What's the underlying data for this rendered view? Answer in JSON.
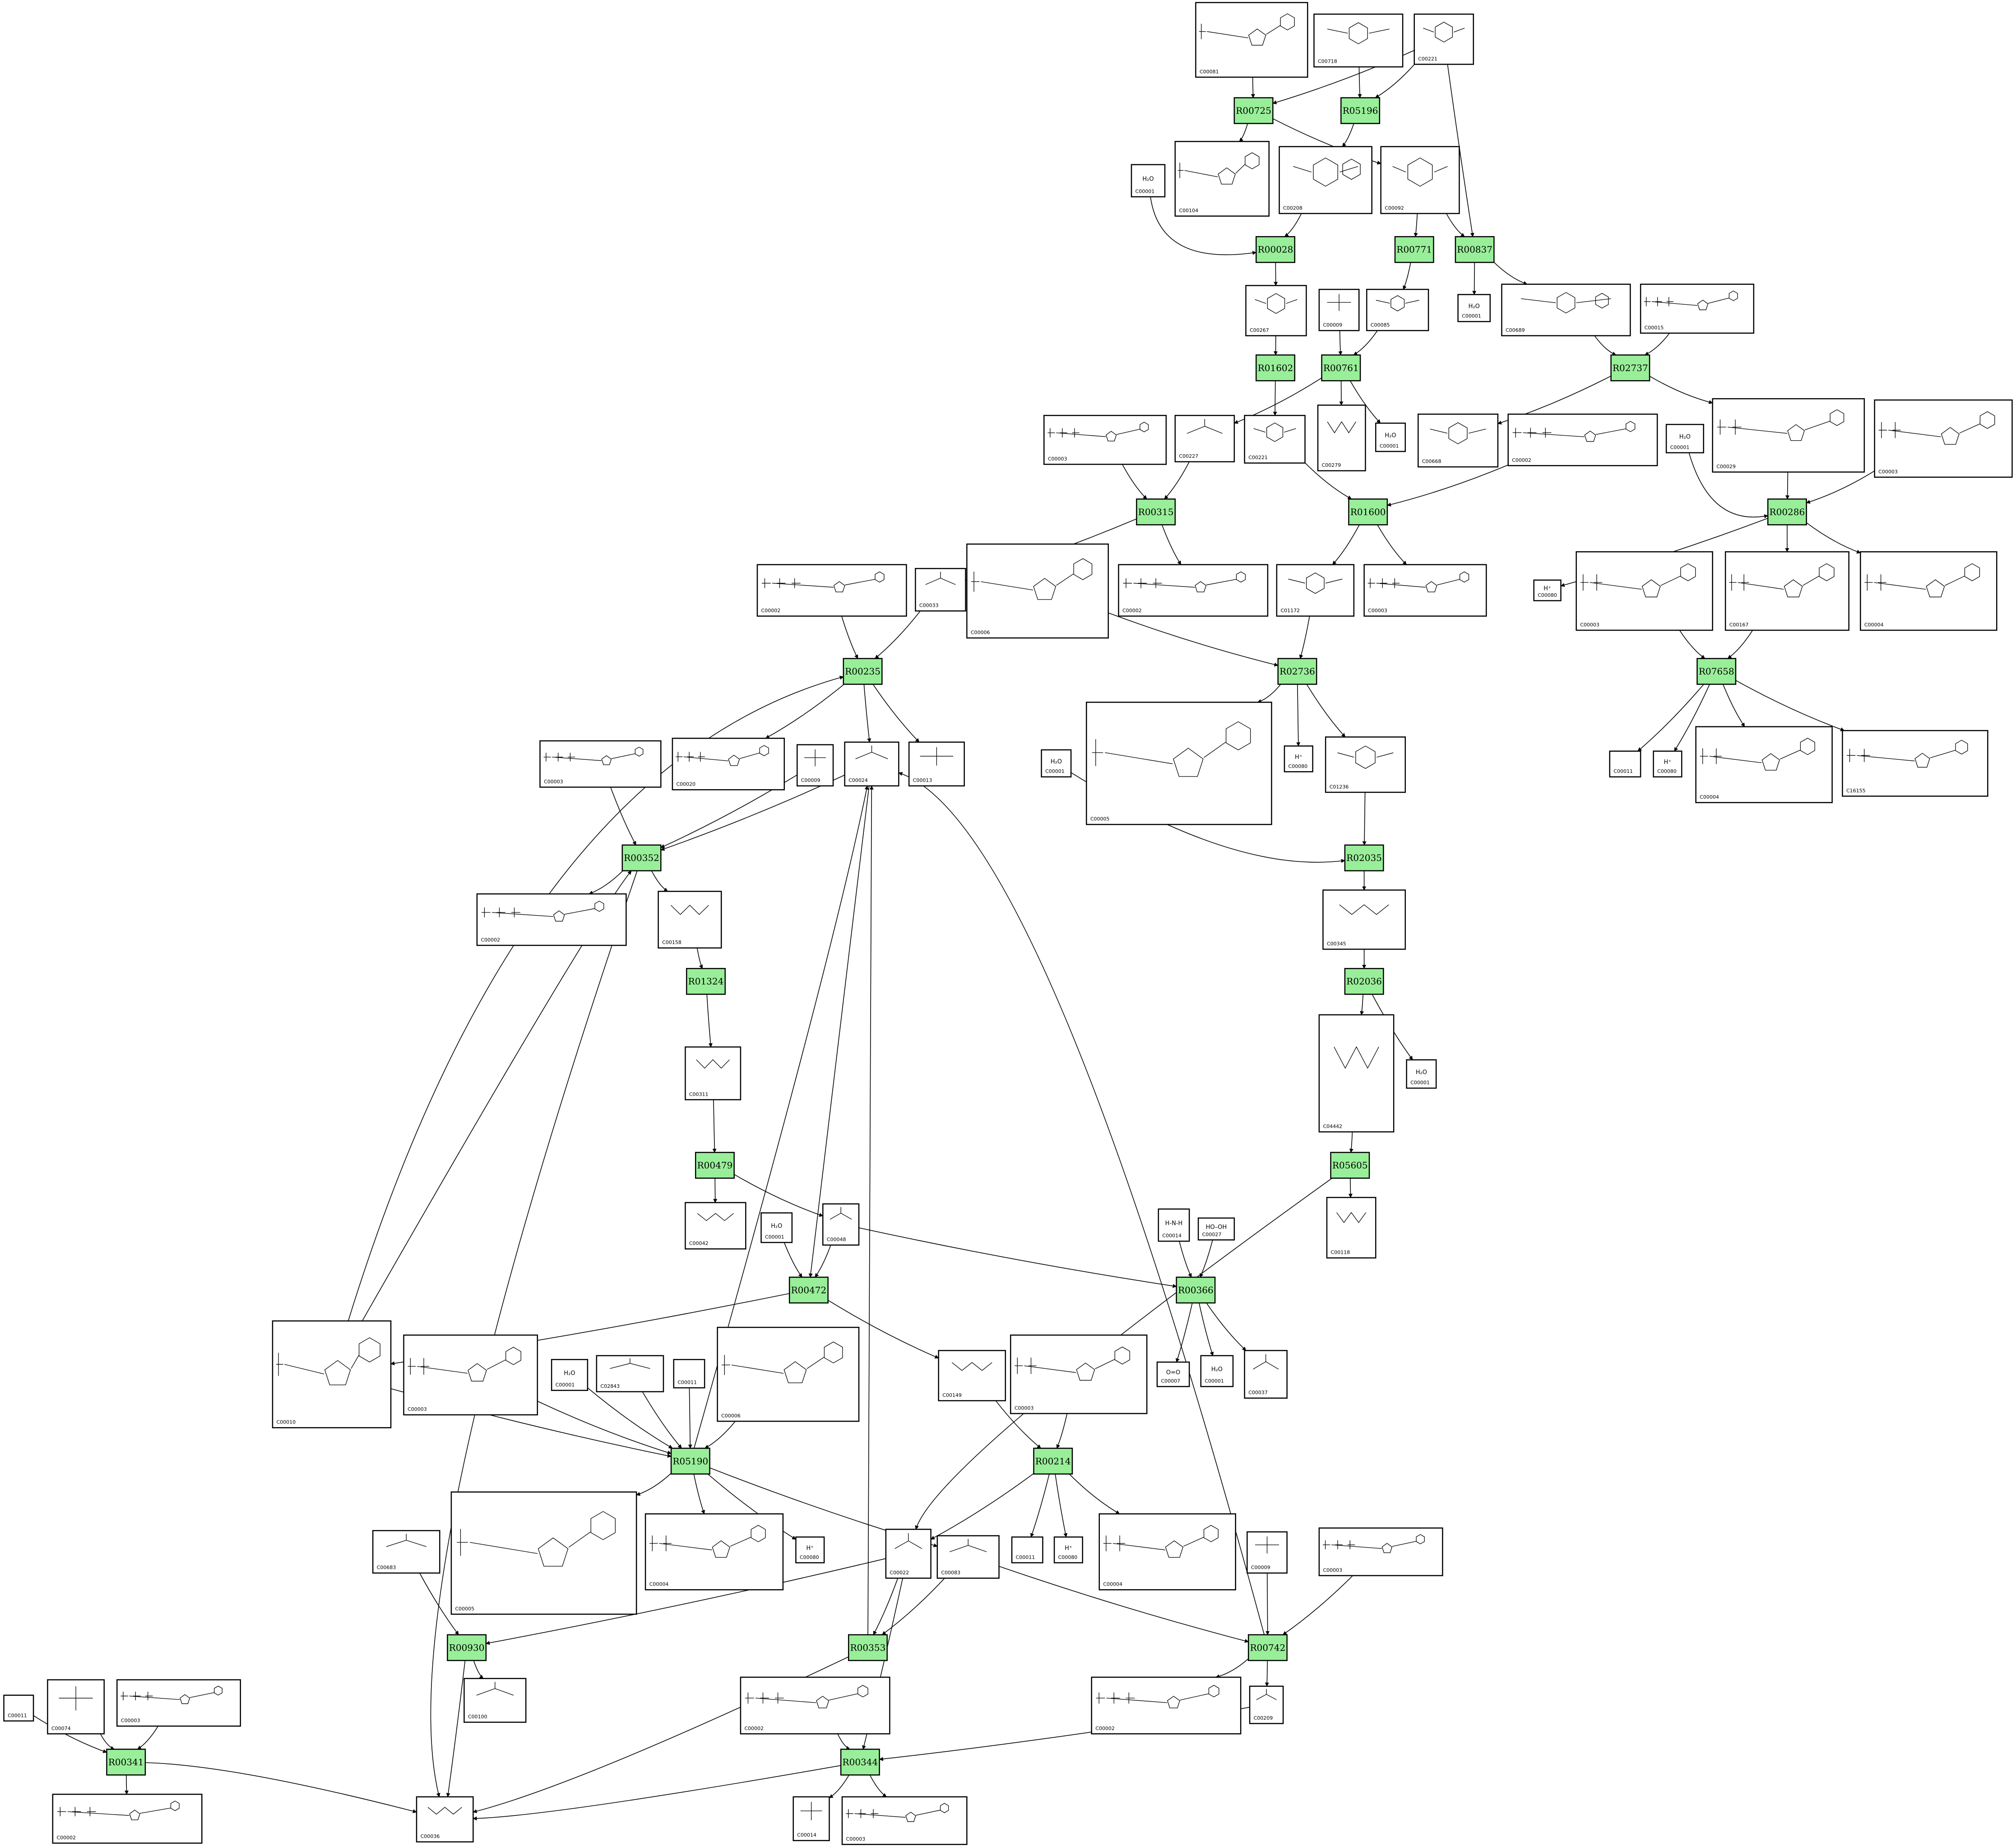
{
  "colors": {
    "reaction_fill": "#99ef99",
    "node_stroke": "#000000",
    "background": "#ffffff"
  },
  "reactions": [
    {
      "id": "r-R00725",
      "label": "R00725"
    },
    {
      "id": "r-R05196",
      "label": "R05196"
    },
    {
      "id": "r-R00028",
      "label": "R00028"
    },
    {
      "id": "r-R00771",
      "label": "R00771"
    },
    {
      "id": "r-R00837",
      "label": "R00837"
    },
    {
      "id": "r-R01602",
      "label": "R01602"
    },
    {
      "id": "r-R00761",
      "label": "R00761"
    },
    {
      "id": "r-R02737",
      "label": "R02737"
    },
    {
      "id": "r-R00315",
      "label": "R00315"
    },
    {
      "id": "r-R01600",
      "label": "R01600"
    },
    {
      "id": "r-R00286",
      "label": "R00286"
    },
    {
      "id": "r-R00235",
      "label": "R00235"
    },
    {
      "id": "r-R02736",
      "label": "R02736"
    },
    {
      "id": "r-R07658",
      "label": "R07658"
    },
    {
      "id": "r-R00352",
      "label": "R00352"
    },
    {
      "id": "r-R02035",
      "label": "R02035"
    },
    {
      "id": "r-R01324",
      "label": "R01324"
    },
    {
      "id": "r-R02036",
      "label": "R02036"
    },
    {
      "id": "r-R00479",
      "label": "R00479"
    },
    {
      "id": "r-R05605",
      "label": "R05605"
    },
    {
      "id": "r-R00472",
      "label": "R00472"
    },
    {
      "id": "r-R00366",
      "label": "R00366"
    },
    {
      "id": "r-R05190",
      "label": "R05190"
    },
    {
      "id": "r-R00214",
      "label": "R00214"
    },
    {
      "id": "r-R00930",
      "label": "R00930"
    },
    {
      "id": "r-R00353",
      "label": "R00353"
    },
    {
      "id": "r-R00742",
      "label": "R00742"
    },
    {
      "id": "r-R00341",
      "label": "R00341"
    },
    {
      "id": "r-R00344",
      "label": "R00344"
    }
  ],
  "compounds": [
    {
      "id": "c-00081-top",
      "code": "C00081",
      "formula": ""
    },
    {
      "id": "c-00718",
      "code": "C00718",
      "formula": ""
    },
    {
      "id": "c-00221-top",
      "code": "C00221",
      "formula": ""
    },
    {
      "id": "c-00104",
      "code": "C00104",
      "formula": ""
    },
    {
      "id": "c-00001-a",
      "code": "C00001",
      "formula": "H₂O"
    },
    {
      "id": "c-00208",
      "code": "C00208",
      "formula": ""
    },
    {
      "id": "c-00092",
      "code": "C00092",
      "formula": ""
    },
    {
      "id": "c-00267",
      "code": "C00267",
      "formula": ""
    },
    {
      "id": "c-00009-a",
      "code": "C00009",
      "formula": ""
    },
    {
      "id": "c-00085",
      "code": "C00085",
      "formula": ""
    },
    {
      "id": "c-00001-b",
      "code": "C00001",
      "formula": "H₂O"
    },
    {
      "id": "c-00689",
      "code": "C00689",
      "formula": ""
    },
    {
      "id": "c-00015",
      "code": "C00015",
      "formula": ""
    },
    {
      "id": "c-00003-a",
      "code": "C00003",
      "formula": ""
    },
    {
      "id": "c-00227",
      "code": "C00227",
      "formula": ""
    },
    {
      "id": "c-00221-mid",
      "code": "C00221",
      "formula": ""
    },
    {
      "id": "c-00279",
      "code": "C00279",
      "formula": ""
    },
    {
      "id": "c-00001-c",
      "code": "C00001",
      "formula": "H₂O"
    },
    {
      "id": "c-00668",
      "code": "C00668",
      "formula": ""
    },
    {
      "id": "c-00002-a",
      "code": "C00002",
      "formula": ""
    },
    {
      "id": "c-00001-d",
      "code": "C00001",
      "formula": "H₂O"
    },
    {
      "id": "c-00029",
      "code": "C00029",
      "formula": ""
    },
    {
      "id": "c-00003-b",
      "code": "C00003",
      "formula": ""
    },
    {
      "id": "c-00002-b",
      "code": "C00002",
      "formula": ""
    },
    {
      "id": "c-00033",
      "code": "C00033",
      "formula": ""
    },
    {
      "id": "c-00006-a",
      "code": "C00006",
      "formula": ""
    },
    {
      "id": "c-00002-c",
      "code": "C00002",
      "formula": ""
    },
    {
      "id": "c-01172",
      "code": "C01172",
      "formula": ""
    },
    {
      "id": "c-00003-c",
      "code": "C00003",
      "formula": ""
    },
    {
      "id": "c-00080-a",
      "code": "C00080",
      "formula": "H⁺"
    },
    {
      "id": "c-00003-d",
      "code": "C00003",
      "formula": ""
    },
    {
      "id": "c-00167",
      "code": "C00167",
      "formula": ""
    },
    {
      "id": "c-00004-a",
      "code": "C00004",
      "formula": ""
    },
    {
      "id": "c-00003-e",
      "code": "C00003",
      "formula": ""
    },
    {
      "id": "c-00020",
      "code": "C00020",
      "formula": ""
    },
    {
      "id": "c-00009-b",
      "code": "C00009",
      "formula": ""
    },
    {
      "id": "c-00024",
      "code": "C00024",
      "formula": ""
    },
    {
      "id": "c-00013",
      "code": "C00013",
      "formula": ""
    },
    {
      "id": "c-00005-a",
      "code": "C00005",
      "formula": ""
    },
    {
      "id": "c-00080-b",
      "code": "C00080",
      "formula": "H⁺"
    },
    {
      "id": "c-01236",
      "code": "C01236",
      "formula": ""
    },
    {
      "id": "c-00011-a",
      "code": "C00011",
      "formula": ""
    },
    {
      "id": "c-00080-c",
      "code": "C00080",
      "formula": "H⁺"
    },
    {
      "id": "c-00004-b",
      "code": "C00004",
      "formula": ""
    },
    {
      "id": "c-16155",
      "code": "C16155",
      "formula": ""
    },
    {
      "id": "c-00001-e",
      "code": "C00001",
      "formula": "H₂O"
    },
    {
      "id": "c-00002-d",
      "code": "C00002",
      "formula": ""
    },
    {
      "id": "c-00158",
      "code": "C00158",
      "formula": ""
    },
    {
      "id": "c-00345",
      "code": "C00345",
      "formula": ""
    },
    {
      "id": "c-00001-f",
      "code": "C00001",
      "formula": "H₂O"
    },
    {
      "id": "c-00311",
      "code": "C00311",
      "formula": ""
    },
    {
      "id": "c-04442",
      "code": "C04442",
      "formula": ""
    },
    {
      "id": "c-00042",
      "code": "C00042",
      "formula": ""
    },
    {
      "id": "c-00001-g",
      "code": "C00001",
      "formula": "H₂O"
    },
    {
      "id": "c-00048",
      "code": "C00048",
      "formula": ""
    },
    {
      "id": "c-00014",
      "code": "C00014",
      "formula": "H-N-H"
    },
    {
      "id": "c-00027",
      "code": "C00027",
      "formula": "HO–OH"
    },
    {
      "id": "c-00118",
      "code": "C00118",
      "formula": ""
    },
    {
      "id": "c-00010",
      "code": "C00010",
      "formula": ""
    },
    {
      "id": "c-00003-f",
      "code": "C00003",
      "formula": ""
    },
    {
      "id": "c-00001-h",
      "code": "C00001",
      "formula": "H₂O"
    },
    {
      "id": "c-02843",
      "code": "C02843",
      "formula": ""
    },
    {
      "id": "c-00011-b",
      "code": "C00011",
      "formula": ""
    },
    {
      "id": "c-00006-b",
      "code": "C00006",
      "formula": ""
    },
    {
      "id": "c-00149",
      "code": "C00149",
      "formula": ""
    },
    {
      "id": "c-00003-g",
      "code": "C00003",
      "formula": ""
    },
    {
      "id": "c-00007",
      "code": "C00007",
      "formula": "O=O"
    },
    {
      "id": "c-00001-i",
      "code": "C00001",
      "formula": "H₂O"
    },
    {
      "id": "c-00037",
      "code": "C00037",
      "formula": ""
    },
    {
      "id": "c-00005-b",
      "code": "C00005",
      "formula": ""
    },
    {
      "id": "c-00004-c",
      "code": "C00004",
      "formula": ""
    },
    {
      "id": "c-00080-d",
      "code": "C00080",
      "formula": "H⁺"
    },
    {
      "id": "c-00022",
      "code": "C00022",
      "formula": ""
    },
    {
      "id": "c-00083",
      "code": "C00083",
      "formula": ""
    },
    {
      "id": "c-00011-c",
      "code": "C00011",
      "formula": ""
    },
    {
      "id": "c-00080-e",
      "code": "C00080",
      "formula": "H⁺"
    },
    {
      "id": "c-00004-d",
      "code": "C00004",
      "formula": ""
    },
    {
      "id": "c-00009-c",
      "code": "C00009",
      "formula": ""
    },
    {
      "id": "c-00003-h",
      "code": "C00003",
      "formula": ""
    },
    {
      "id": "c-00683",
      "code": "C00683",
      "formula": ""
    },
    {
      "id": "c-00100",
      "code": "C00100",
      "formula": ""
    },
    {
      "id": "c-00002-e",
      "code": "C00002",
      "formula": ""
    },
    {
      "id": "c-00002-f",
      "code": "C00002",
      "formula": ""
    },
    {
      "id": "c-00209",
      "code": "C00209",
      "formula": ""
    },
    {
      "id": "c-00011-d",
      "code": "C00011",
      "formula": ""
    },
    {
      "id": "c-00074",
      "code": "C00074",
      "formula": ""
    },
    {
      "id": "c-00003-i",
      "code": "C00003",
      "formula": ""
    },
    {
      "id": "c-00002-g",
      "code": "C00002",
      "formula": ""
    },
    {
      "id": "c-00036",
      "code": "C00036",
      "formula": ""
    },
    {
      "id": "c-00014-b",
      "code": "C00014",
      "formula": ""
    },
    {
      "id": "c-00003-j",
      "code": "C00003",
      "formula": ""
    }
  ]
}
